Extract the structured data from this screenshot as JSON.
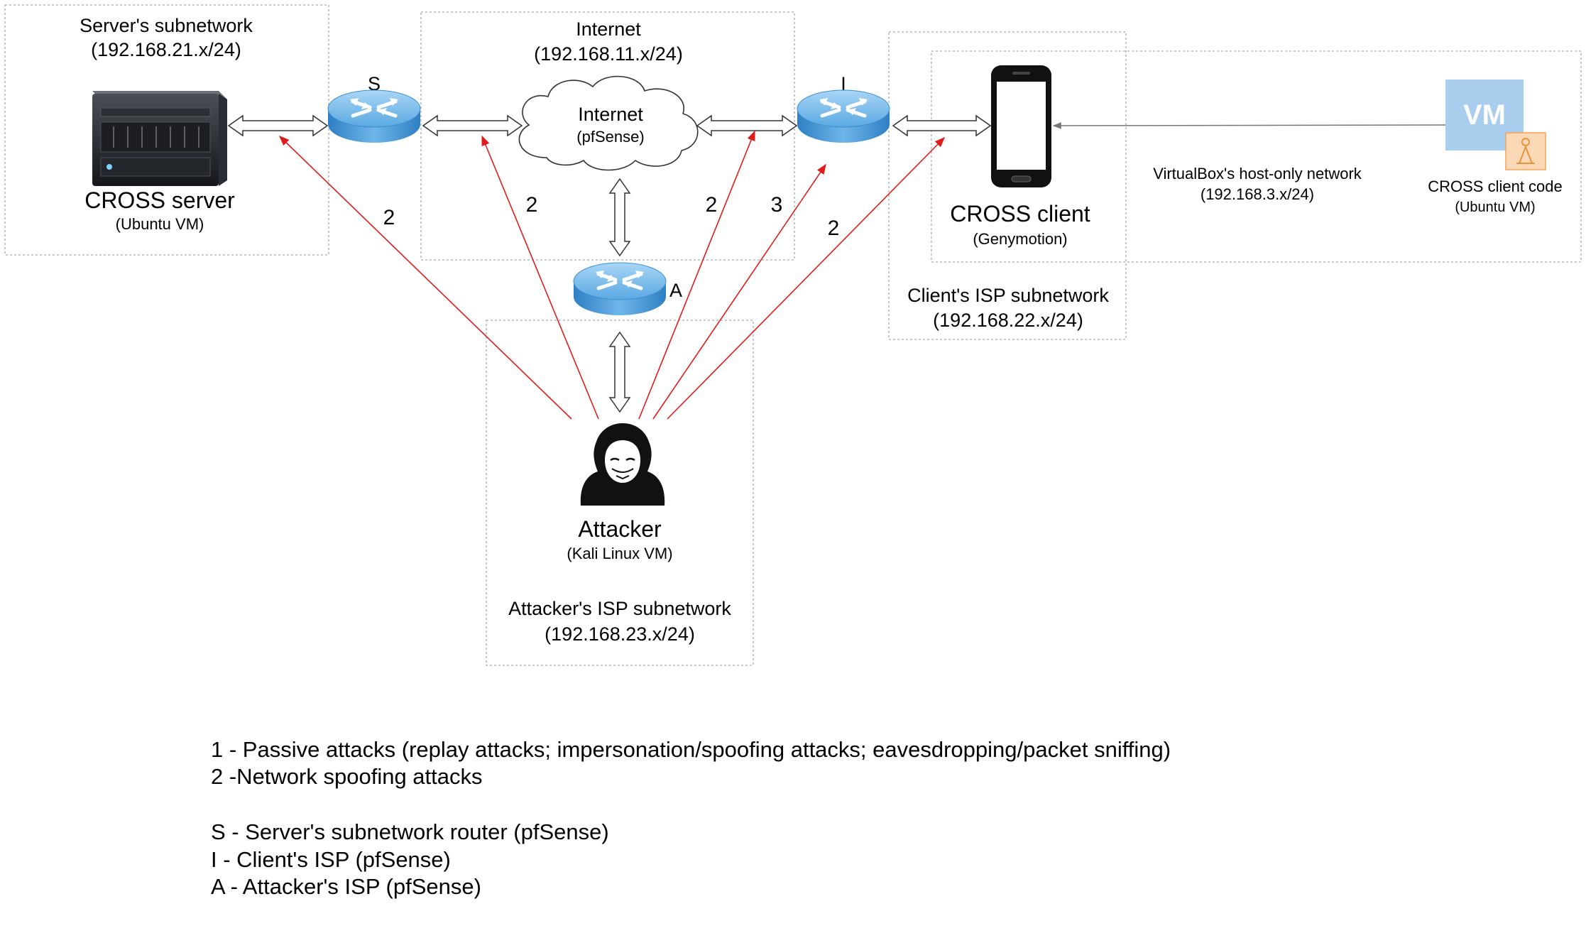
{
  "server_zone": {
    "title": "Server's subnetwork",
    "cidr": "(192.168.21.x/24)",
    "device_label": "CROSS server",
    "device_sub": "(Ubuntu VM)"
  },
  "internet_zone": {
    "title": "Internet",
    "cidr": "(192.168.11.x/24)",
    "cloud_label": "Internet",
    "cloud_sub": "(pfSense)"
  },
  "client_zone": {
    "title": "Client's ISP subnetwork",
    "cidr": "(192.168.22.x/24)",
    "device_label": "CROSS client",
    "device_sub": "(Genymotion)"
  },
  "hostonly_zone": {
    "title": "VirtualBox's host-only network",
    "cidr": "(192.168.3.x/24)",
    "vm_badge": "VM",
    "vm_label": "CROSS client code",
    "vm_sub": "(Ubuntu VM)"
  },
  "attacker_zone": {
    "title": "Attacker's ISP subnetwork",
    "cidr": "(192.168.23.x/24)",
    "device_label": "Attacker",
    "device_sub": "(Kali Linux VM)"
  },
  "routers": {
    "server": "S",
    "client": "I",
    "attacker": "A"
  },
  "attack_labels": {
    "to_server": "2",
    "to_router_s": "2",
    "to_router_i": "2",
    "to_router_i_2": "3",
    "to_client": "2"
  },
  "legend": {
    "line1": "1 - Passive attacks (replay attacks; impersonation/spoofing attacks; eavesdropping/packet sniffing)",
    "line2": "2 -Network spoofing attacks",
    "line3": "S - Server's subnetwork router (pfSense)",
    "line4": "I - Client's ISP (pfSense)",
    "line5": "A - Attacker's ISP (pfSense)"
  },
  "colors": {
    "attack_line": "#e11b1b",
    "zone_border": "#999999",
    "router": "#4a9fdc"
  }
}
